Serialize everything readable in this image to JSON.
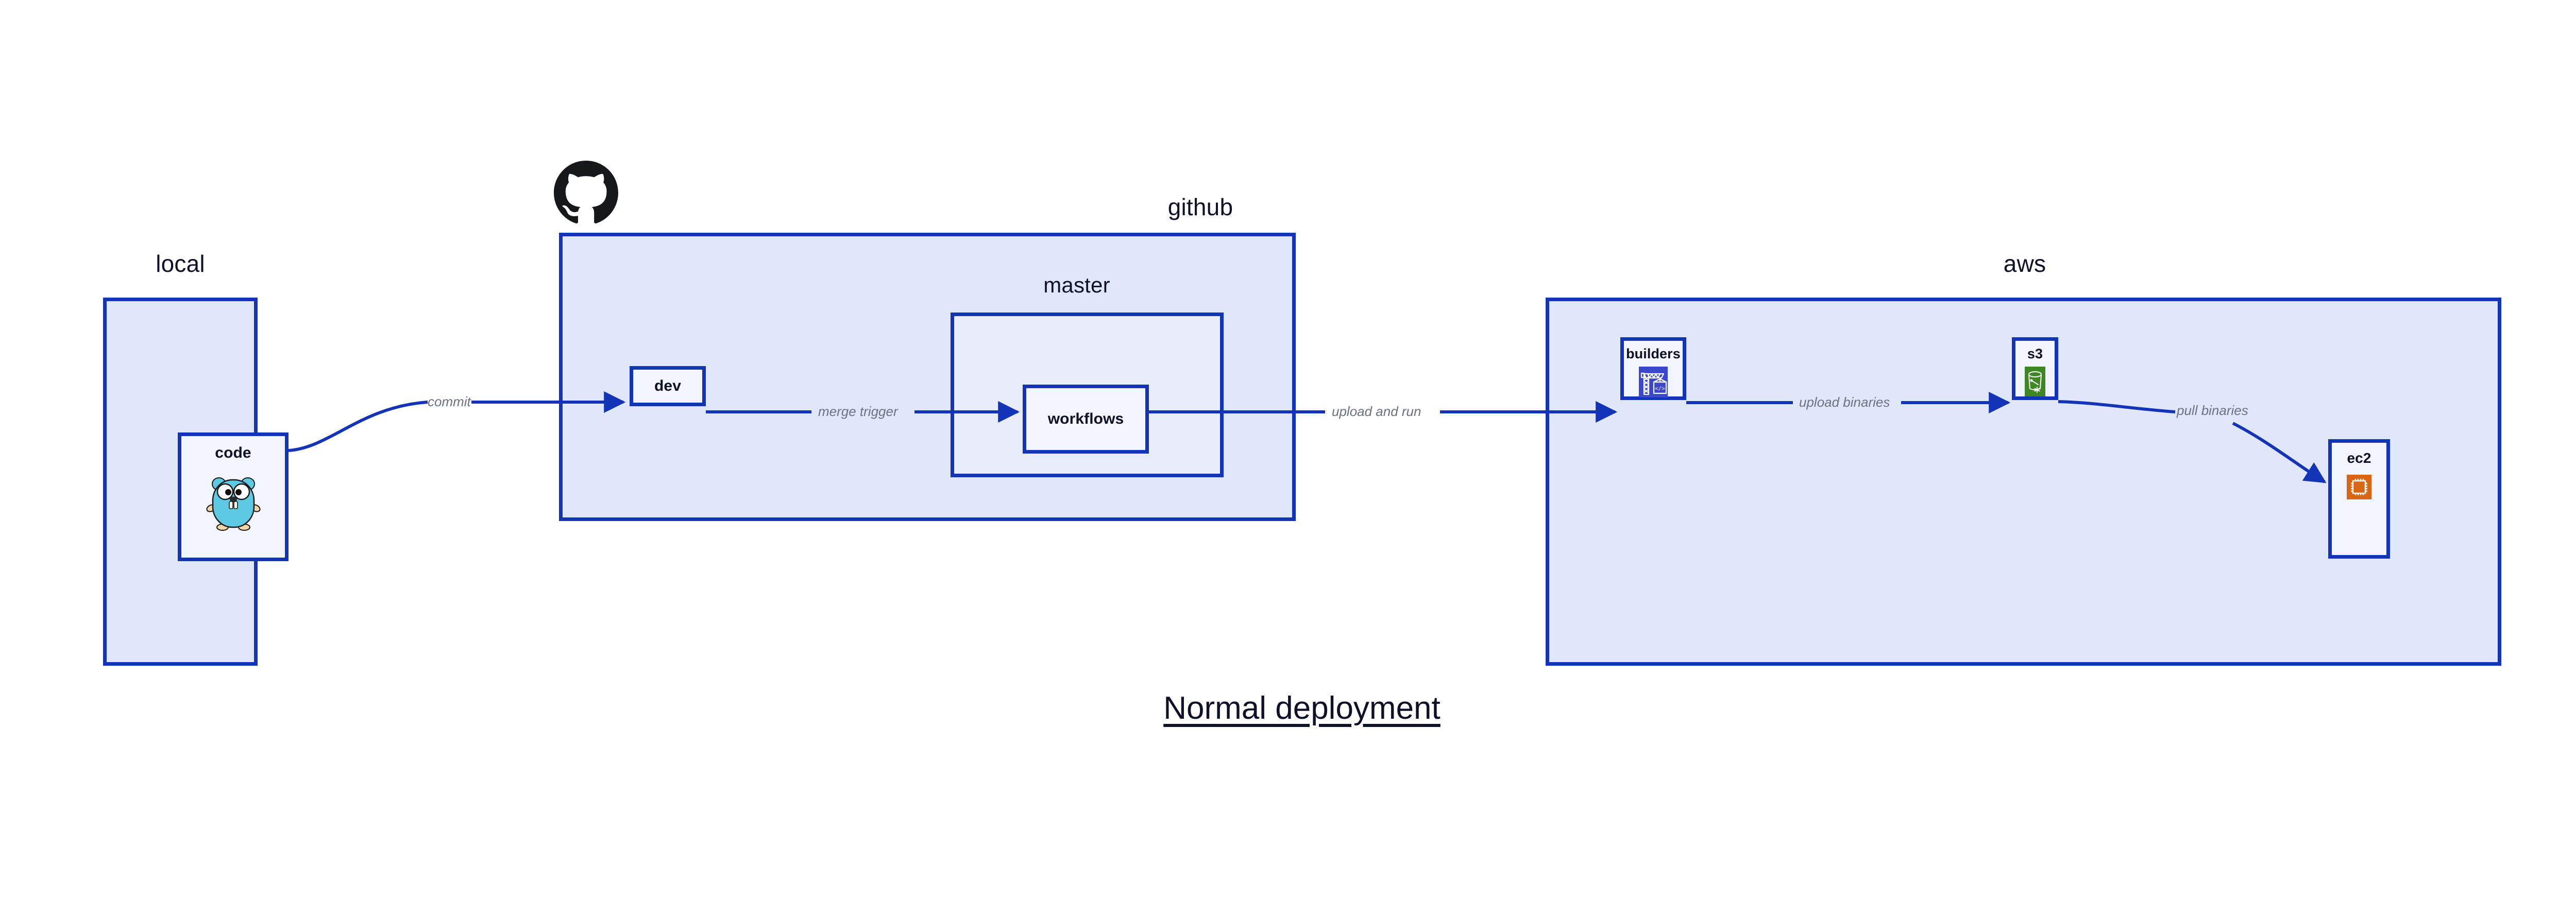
{
  "diagram": {
    "caption": "Normal deployment",
    "accent_border": "#1434b8",
    "group_fill": "#e1e7fa",
    "inner_group_fill": "#e9edfb",
    "node_fill": "#f2f5fd",
    "edge_color": "#1434b8",
    "edge_label_color": "#6b7280",
    "text_color": "#0e1127",
    "background": "#ffffff"
  },
  "groups": {
    "local": {
      "label": "local"
    },
    "github": {
      "label": "github",
      "logo": "github-octocat-logo"
    },
    "master": {
      "label": "master"
    },
    "aws": {
      "label": "aws"
    }
  },
  "nodes": {
    "code": {
      "label": "code",
      "icon": "go-gopher-icon",
      "icon_color": "#5dc9e2"
    },
    "dev": {
      "label": "dev",
      "icon": null,
      "icon_color": null
    },
    "workflows": {
      "label": "workflows",
      "icon": null,
      "icon_color": null
    },
    "builders": {
      "label": "builders",
      "icon": "aws-builder-crane-icon",
      "icon_color": "#3b48cc"
    },
    "s3": {
      "label": "s3",
      "icon": "aws-s3-bucket-icon",
      "icon_color": "#3f8624"
    },
    "ec2": {
      "label": "ec2",
      "icon": "aws-ec2-chip-icon",
      "icon_color": "#d86613"
    }
  },
  "edges": [
    {
      "id": "commit",
      "label": "commit",
      "from": "code",
      "to": "dev"
    },
    {
      "id": "merge-trigger",
      "label": "merge trigger",
      "from": "dev",
      "to": "workflows"
    },
    {
      "id": "upload-and-run",
      "label": "upload and run",
      "from": "workflows",
      "to": "builders"
    },
    {
      "id": "upload-binaries",
      "label": "upload binaries",
      "from": "builders",
      "to": "s3"
    },
    {
      "id": "pull-binaries",
      "label": "pull binaries",
      "from": "s3",
      "to": "ec2"
    }
  ]
}
